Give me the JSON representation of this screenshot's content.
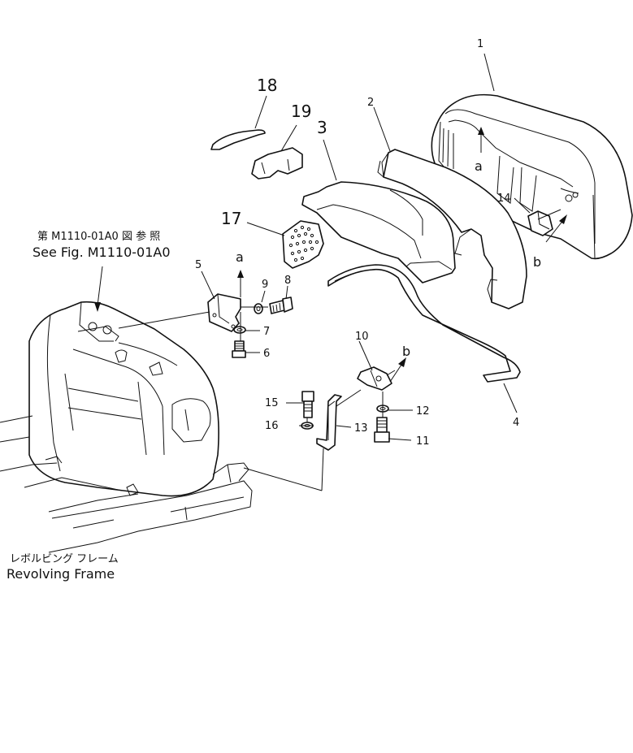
{
  "callouts": {
    "c1": "1",
    "c2": "2",
    "c3": "3",
    "c4": "4",
    "c5": "5",
    "c6": "6",
    "c7": "7",
    "c8": "8",
    "c9": "9",
    "c10": "10",
    "c11": "11",
    "c12": "12",
    "c13": "13",
    "c14": "14",
    "c15": "15",
    "c16": "16",
    "c17": "17",
    "c18": "18",
    "c19": "19"
  },
  "refs": {
    "a_top": "a",
    "a_left": "a",
    "b_cover": "b",
    "b_bracket": "b"
  },
  "labels": {
    "see_fig_jp": "第 M1110-01A0 図 参 照",
    "see_fig_en": "See Fig. M1110-01A0",
    "frame_jp": "レボルビング フレーム",
    "frame_en": "Revolving Frame"
  }
}
